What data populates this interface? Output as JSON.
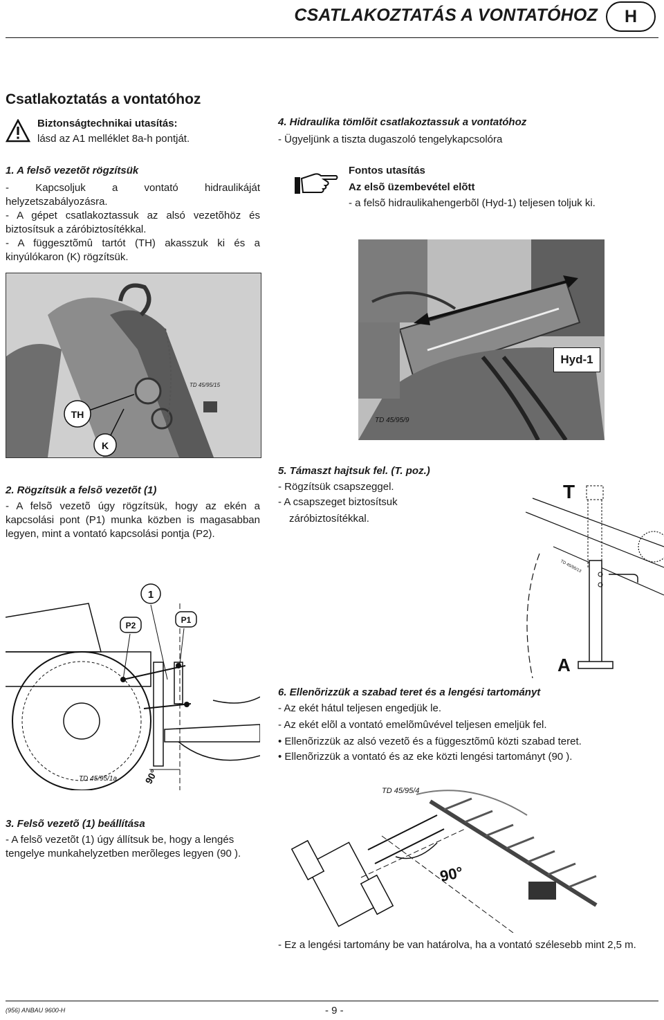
{
  "header": {
    "title": "CSATLAKOZTATÁS A VONTATÓHOZ",
    "letter": "H"
  },
  "section_title": "Csatlakoztatás a vontatóhoz",
  "safety": {
    "title": "Biztonságtechnikai utasítás:",
    "text": "lásd az A1 melléklet 8a-h pontját."
  },
  "step1": {
    "heading": "1. A felsõ vezetõt rögzítsük",
    "items": [
      "- Kapcsoljuk a vontató hidraulikáját helyzetszabályozásra.",
      "- A gépet csatlakoztassuk az alsó vezetõhöz és biztosítsuk a záróbiztosítékkal.",
      "- A függesztõmû tartót (TH) akasszuk ki és a kinyúlókaron (K) rögzítsük."
    ]
  },
  "photo1": {
    "code": "TD 45/95/15",
    "labels": [
      "TH",
      "K"
    ]
  },
  "step2": {
    "heading": "2. Rögzítsük a felsõ vezetõt (1)",
    "text": "- A felsõ vezetõ úgy rögzítsük, hogy az ekén a kapcsolási pont (P1) munka közben is magasabban legyen, mint a vontató kapcsolási pontja (P2)."
  },
  "diagram1": {
    "labels": [
      "1",
      "P2",
      "P1"
    ],
    "code": "TD 45/95/1a",
    "angle": "90°"
  },
  "step3": {
    "heading": "3. Felsõ vezetõ (1) beállítása",
    "text": "- A felsõ vezetõt (1) úgy állítsuk be, hogy a lengés tengelye munkahelyzetben merõleges legyen (90  )."
  },
  "step4": {
    "heading": "4. Hidraulika tömlõit csatlakoztassuk a vontatóhoz",
    "text": "- Ügyeljünk a tiszta dugaszoló tengelykapcsolóra"
  },
  "note": {
    "title": "Fontos utasítás",
    "subtitle": "Az elsõ üzembevétel elõtt",
    "text": "- a felsõ hidraulikahengerbõl (Hyd-1) teljesen toljuk ki."
  },
  "photo2": {
    "label": "Hyd-1",
    "code": "TD 45/95/9"
  },
  "step5": {
    "heading": "5. Támaszt hajtsuk fel. (T. poz.)",
    "items": [
      "- Rögzítsük csapszeggel.",
      "- A csapszeget biztosítsuk",
      "záróbiztosítékkal."
    ]
  },
  "diagram2": {
    "label_t": "T",
    "label_a": "A",
    "code": "TD 45/95/13"
  },
  "step6": {
    "heading": "6. Ellenõrizzük a szabad teret és a lengési tartományt",
    "items": [
      "- Az ekét hátul teljesen engedjük le.",
      "- Az ekét elõl a vontató emelõmûvével teljesen emeljük fel.",
      "• Ellenõrizzük az alsó vezetõ és a függesztõmû közti szabad teret.",
      "• Ellenõrizzük a vontató és az eke közti lengési tartományt (90  )."
    ]
  },
  "diagram3": {
    "code": "TD 45/95/4",
    "angle": "90°"
  },
  "final_note": "- Ez a lengési tartomány be van határolva, ha a vontató szélesebb mint 2,5 m.",
  "footer": {
    "left": "(956) ANBAU 9600-H",
    "page": "- 9 -"
  }
}
